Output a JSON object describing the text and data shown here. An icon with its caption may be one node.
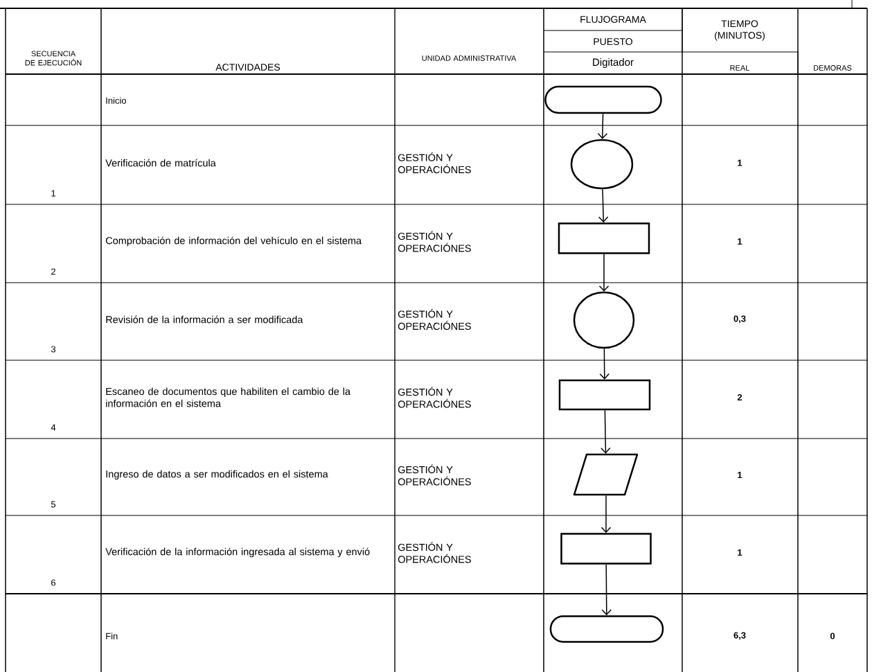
{
  "diagram": {
    "nodes": [
      {
        "text": [],
        "shape": "terminal"
      },
      {
        "text": [],
        "shape": "circle"
      },
      {
        "text": [],
        "shape": "box"
      },
      {
        "text": [],
        "shape": "circle"
      },
      {
        "text": [],
        "shape": "box"
      },
      {
        "text": [],
        "shape": "parallelogram"
      },
      {
        "text": [],
        "shape": "box"
      },
      {
        "text": [],
        "shape": "terminal"
      }
    ],
    "edges": [
      {
        "from": 0,
        "to": 1,
        "arrow": "to"
      },
      {
        "from": 1,
        "to": 2,
        "arrow": "to"
      },
      {
        "from": 2,
        "to": 3,
        "arrow": "to"
      },
      {
        "from": 3,
        "to": 4,
        "arrow": "to"
      },
      {
        "from": 4,
        "to": 5,
        "arrow": "to"
      },
      {
        "from": 5,
        "to": 6,
        "arrow": "to"
      },
      {
        "from": 6,
        "to": 7,
        "arrow": "to"
      }
    ],
    "labels": [
      "SECUENCIA DE EJECUCIÓN",
      "ACTIVIDADES",
      "UNIDAD ADMINISTRATIVA",
      "FLUJOGRAMA",
      "PUESTO",
      "Digitador",
      "TIEMPO (MINUTOS)",
      "REAL",
      "DEMORAS",
      "Inicio",
      "1",
      "Verificación de matrícula",
      "GESTIÓN Y OPERACIÓNES",
      "1",
      "2",
      "Comprobación de información del vehículo en el sistema",
      "GESTIÓN Y OPERACIÓNES",
      "1",
      "3",
      "Revisión de la información a ser modificada",
      "GESTIÓN Y OPERACIÓNES",
      "0,3",
      "4",
      "Escaneo de documentos que habiliten el cambio de la información en el sistema",
      "GESTIÓN Y OPERACIÓNES",
      "2",
      "5",
      "Ingreso de datos a ser modificados en el sistema",
      "GESTIÓN Y OPERACIÓNES",
      "1",
      "6",
      "Verificación de la información ingresada al sistema y envió",
      "GESTIÓN Y OPERACIÓNES",
      "1",
      "Fin",
      "6,3",
      "0"
    ]
  }
}
